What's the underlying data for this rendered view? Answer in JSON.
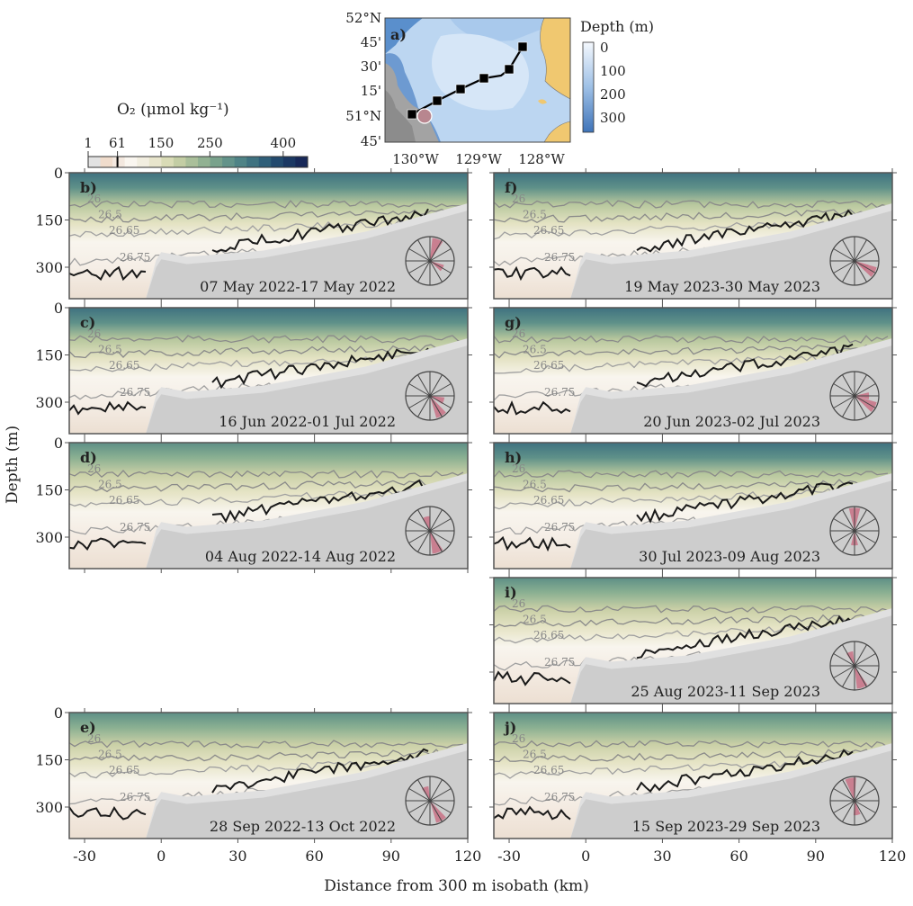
{
  "figure": {
    "ylabel": "Depth (m)",
    "xlabel": "Distance from 300 m isobath (km)"
  },
  "map": {
    "label": "a)",
    "lat_ticks": [
      "52°N",
      "45'",
      "30'",
      "15'",
      "51°N",
      "45'"
    ],
    "lon_ticks": [
      "130°W",
      "129°W",
      "128°W"
    ],
    "colorbar_title": "Depth (m)",
    "colorbar_ticks": [
      "0",
      "100",
      "200",
      "300"
    ],
    "colors": {
      "land": "#f0c870",
      "deep": "#4a7fc0",
      "shallow": "#e8f0fa",
      "offshelf": "#a0a0a0",
      "marker": "#000000",
      "mooring": "#c48a98"
    }
  },
  "o2_colorbar": {
    "title": "O₂ (μmol kg⁻¹)",
    "ticks": [
      "1",
      "61",
      "150",
      "250",
      "400"
    ],
    "tick_values": [
      1,
      61,
      150,
      250,
      400
    ],
    "range": [
      1,
      450
    ],
    "hypoxia_threshold": 61
  },
  "chart_data": {
    "type": "heatmap",
    "title": "Cross-shelf dissolved oxygen sections",
    "xlabel": "Distance from 300 m isobath (km)",
    "ylabel": "Depth (m)",
    "xlim": [
      -36,
      120
    ],
    "ylim": [
      400,
      0
    ],
    "xticks": [
      -30,
      0,
      30,
      60,
      90,
      120
    ],
    "yticks": [
      0,
      150,
      300
    ],
    "colorbar": {
      "label": "O2 (umol kg-1)",
      "ticks": [
        1,
        61,
        150,
        250,
        400
      ]
    },
    "contour_levels": [
      "26",
      "26.5",
      "26.65",
      "26.75"
    ],
    "hypoxic_contour_umol_kg": 61,
    "panels": [
      {
        "id": "b",
        "label": "b)",
        "dates": "07 May 2022-17 May 2022",
        "wind_dir_deg": 20,
        "wind_dir2_deg": 120
      },
      {
        "id": "c",
        "label": "c)",
        "dates": "16 Jun 2022-01 Jul 2022",
        "wind_dir_deg": 150,
        "wind_dir2_deg": 110
      },
      {
        "id": "d",
        "label": "d)",
        "dates": "04 Aug 2022-14 Aug 2022",
        "wind_dir_deg": 160,
        "wind_dir2_deg": 345
      },
      {
        "id": "e",
        "label": "e)",
        "dates": "28 Sep 2022-13 Oct 2022",
        "wind_dir_deg": 150,
        "wind_dir2_deg": 340
      },
      {
        "id": "f",
        "label": "f)",
        "dates": "19 May 2023-30 May 2023",
        "wind_dir_deg": 120,
        "wind_dir2_deg": 120
      },
      {
        "id": "g",
        "label": "g)",
        "dates": "20 Jun 2023-02 Jul 2023",
        "wind_dir_deg": 120,
        "wind_dir2_deg": 90
      },
      {
        "id": "h",
        "label": "h)",
        "dates": "30 Jul 2023-09 Aug 2023",
        "wind_dir_deg": 0,
        "wind_dir2_deg": 180
      },
      {
        "id": "i",
        "label": "i)",
        "dates": "25 Aug 2023-11 Sep 2023",
        "wind_dir_deg": 160,
        "wind_dir2_deg": 340
      },
      {
        "id": "j",
        "label": "j)",
        "dates": "15 Sep 2023-29 Sep 2023",
        "wind_dir_deg": 350,
        "wind_dir2_deg": 170
      }
    ]
  },
  "colors": {
    "seafloor": "#cdcdcd",
    "shelf_fringe": "#e0e0e0",
    "contour_gray": "#8a8a8a",
    "contour_black": "#1a1a1a",
    "wind_rose_fill": "#c9778a",
    "axis": "#555555"
  }
}
